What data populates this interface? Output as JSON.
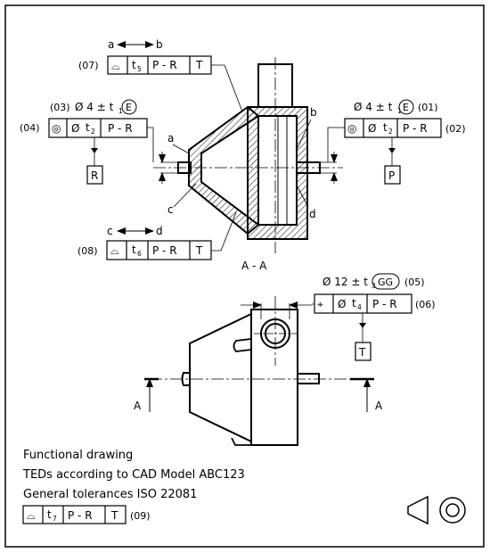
{
  "section_view": {
    "title": "A - A",
    "movement_ab": {
      "from": "a",
      "to": "b"
    },
    "movement_cd": {
      "from": "c",
      "to": "d"
    },
    "points": {
      "a": "a",
      "b": "b",
      "c": "c",
      "d": "d"
    },
    "frame_07": {
      "ref": "(07)",
      "sym": "⌓",
      "tol": "t",
      "sub": "5",
      "datum": "P - R",
      "extra": "T"
    },
    "frame_08": {
      "ref": "(08)",
      "sym": "⌓",
      "tol": "t",
      "sub": "6",
      "datum": "P - R",
      "extra": "T"
    },
    "frame_04": {
      "ref": "(04)",
      "sym": "◎",
      "dia": "Ø",
      "tol": "t",
      "sub": "2",
      "datum": "P - R"
    },
    "frame_02": {
      "ref": "(02)",
      "sym": "◎",
      "dia": "Ø",
      "tol": "t",
      "sub": "2",
      "datum": "P - R"
    },
    "size_03": {
      "ref": "(03)",
      "text": "Ø 4 ± t",
      "sub": "1",
      "env": "E"
    },
    "size_01": {
      "ref": "(01)",
      "text": "Ø 4 ± t",
      "sub": "1",
      "env": "E"
    },
    "datum_R": "R",
    "datum_P": "P"
  },
  "front_view": {
    "size_05": {
      "ref": "(05)",
      "text": "Ø 12 ± t",
      "sub": "3",
      "mod": "GG"
    },
    "frame_06": {
      "ref": "(06)",
      "sym": "⌖",
      "dia": "Ø",
      "tol": "t",
      "sub": "4",
      "datum": "P - R"
    },
    "datum_T": "T",
    "cut_left": "A",
    "cut_right": "A"
  },
  "notes": {
    "line1": "Functional drawing",
    "line2": "TEDs according to CAD Model ABC123",
    "line3": "General tolerances ISO 22081",
    "frame_09": {
      "sym": "⌓",
      "tol": "t",
      "sub": "7",
      "datum": "P - R",
      "extra": "T",
      "ref": "(09)"
    }
  }
}
